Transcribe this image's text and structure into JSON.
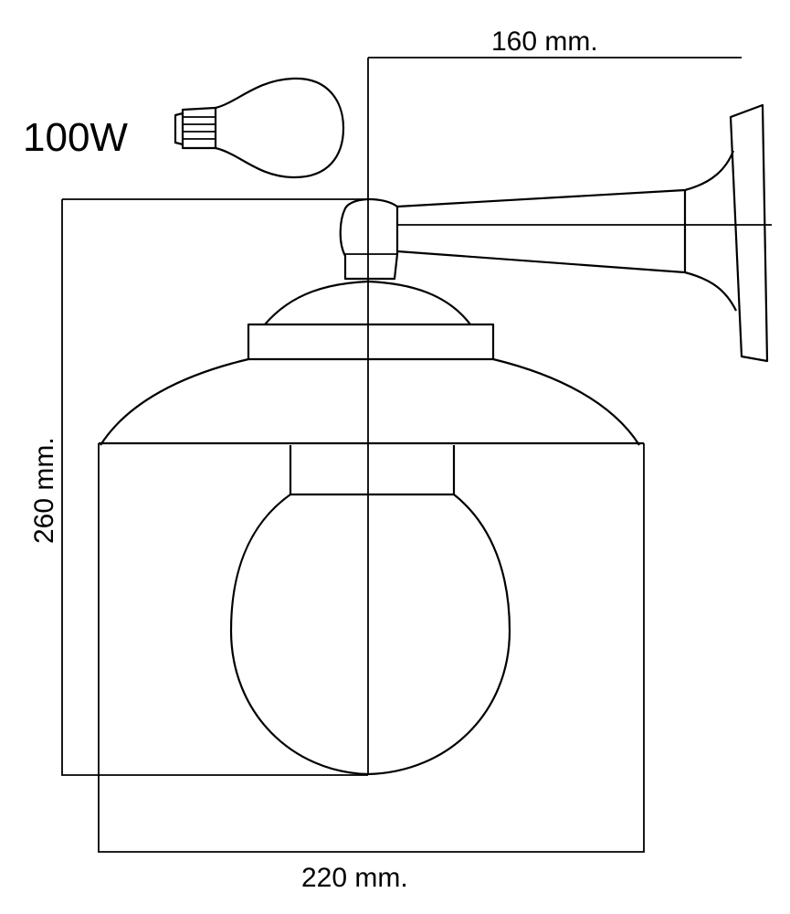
{
  "diagram": {
    "title": "Wall lantern dimension drawing",
    "bulb_label": "100W",
    "dimensions": {
      "projection": "160 mm.",
      "height": "260 mm.",
      "width": "220 mm."
    }
  }
}
